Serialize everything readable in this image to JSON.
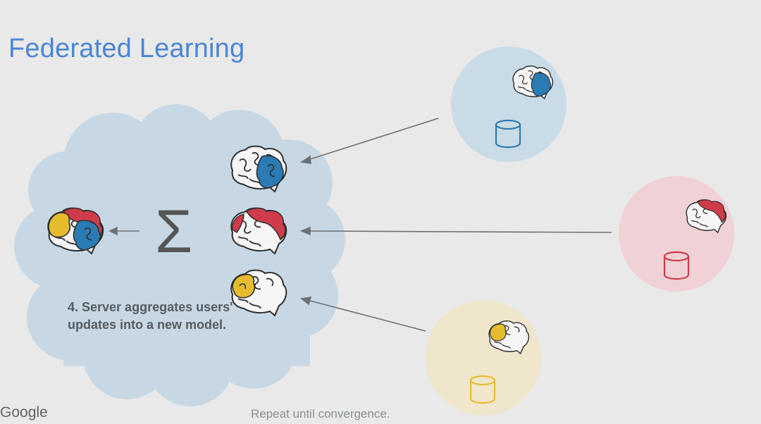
{
  "slide": {
    "title": "Federated Learning",
    "caption": "4. Server aggregates users' updates into a new model.",
    "footer": "Repeat until convergence.",
    "brand": "Google"
  },
  "diagram": {
    "aggregate_symbol": "Σ",
    "colors": {
      "server_cloud": "#c7d8e4",
      "blue_client": "#c9dbe6",
      "red_client": "#f0d1d6",
      "yellow_client": "#efe6cb",
      "blue": "#2b7bb4",
      "red": "#cf3b4a",
      "yellow": "#e7bb2e",
      "arrow": "#6d7174"
    },
    "icons": [
      "brain-icon",
      "database-icon",
      "sigma-icon",
      "arrow-icon"
    ]
  }
}
